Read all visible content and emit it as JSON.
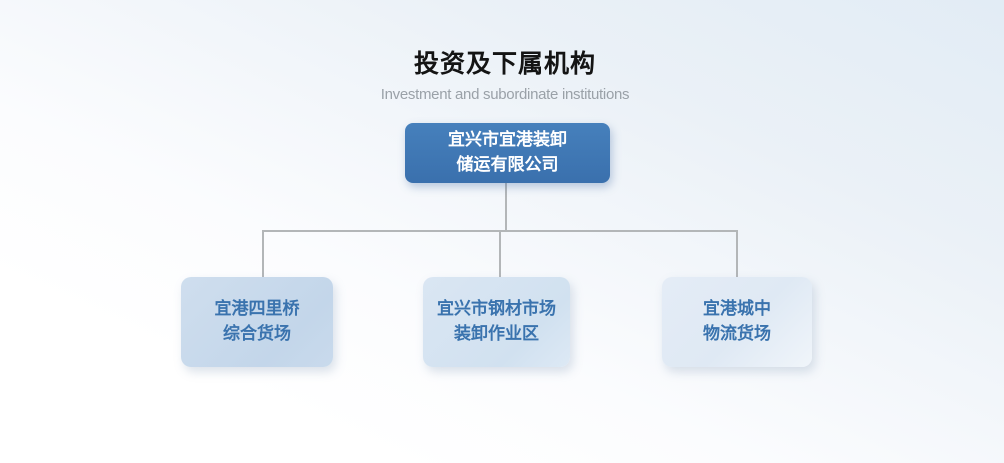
{
  "page": {
    "title": "投资及下属机构",
    "subtitle": "Investment and subordinate institutions"
  },
  "org_chart": {
    "root": {
      "line1": "宜兴市宜港装卸",
      "line2": "储运有限公司"
    },
    "children": [
      {
        "line1": "宜港四里桥",
        "line2": "综合货场"
      },
      {
        "line1": "宜兴市钢材市场",
        "line2": "装卸作业区"
      },
      {
        "line1": "宜港城中",
        "line2": "物流货场"
      }
    ]
  },
  "colors": {
    "background_top": "#e2ecf5",
    "background_bottom": "#ffffff",
    "root_box": "#3d74b1",
    "root_text": "#ffffff",
    "child_box_1": "#c6d8ea",
    "child_box_2": "#d5e3f1",
    "child_box_3": "#e3ebf5",
    "child_text": "#3a73ae",
    "connector": "#b3b6b8",
    "title_text": "#141414",
    "subtitle_text": "#9aa1a8"
  }
}
